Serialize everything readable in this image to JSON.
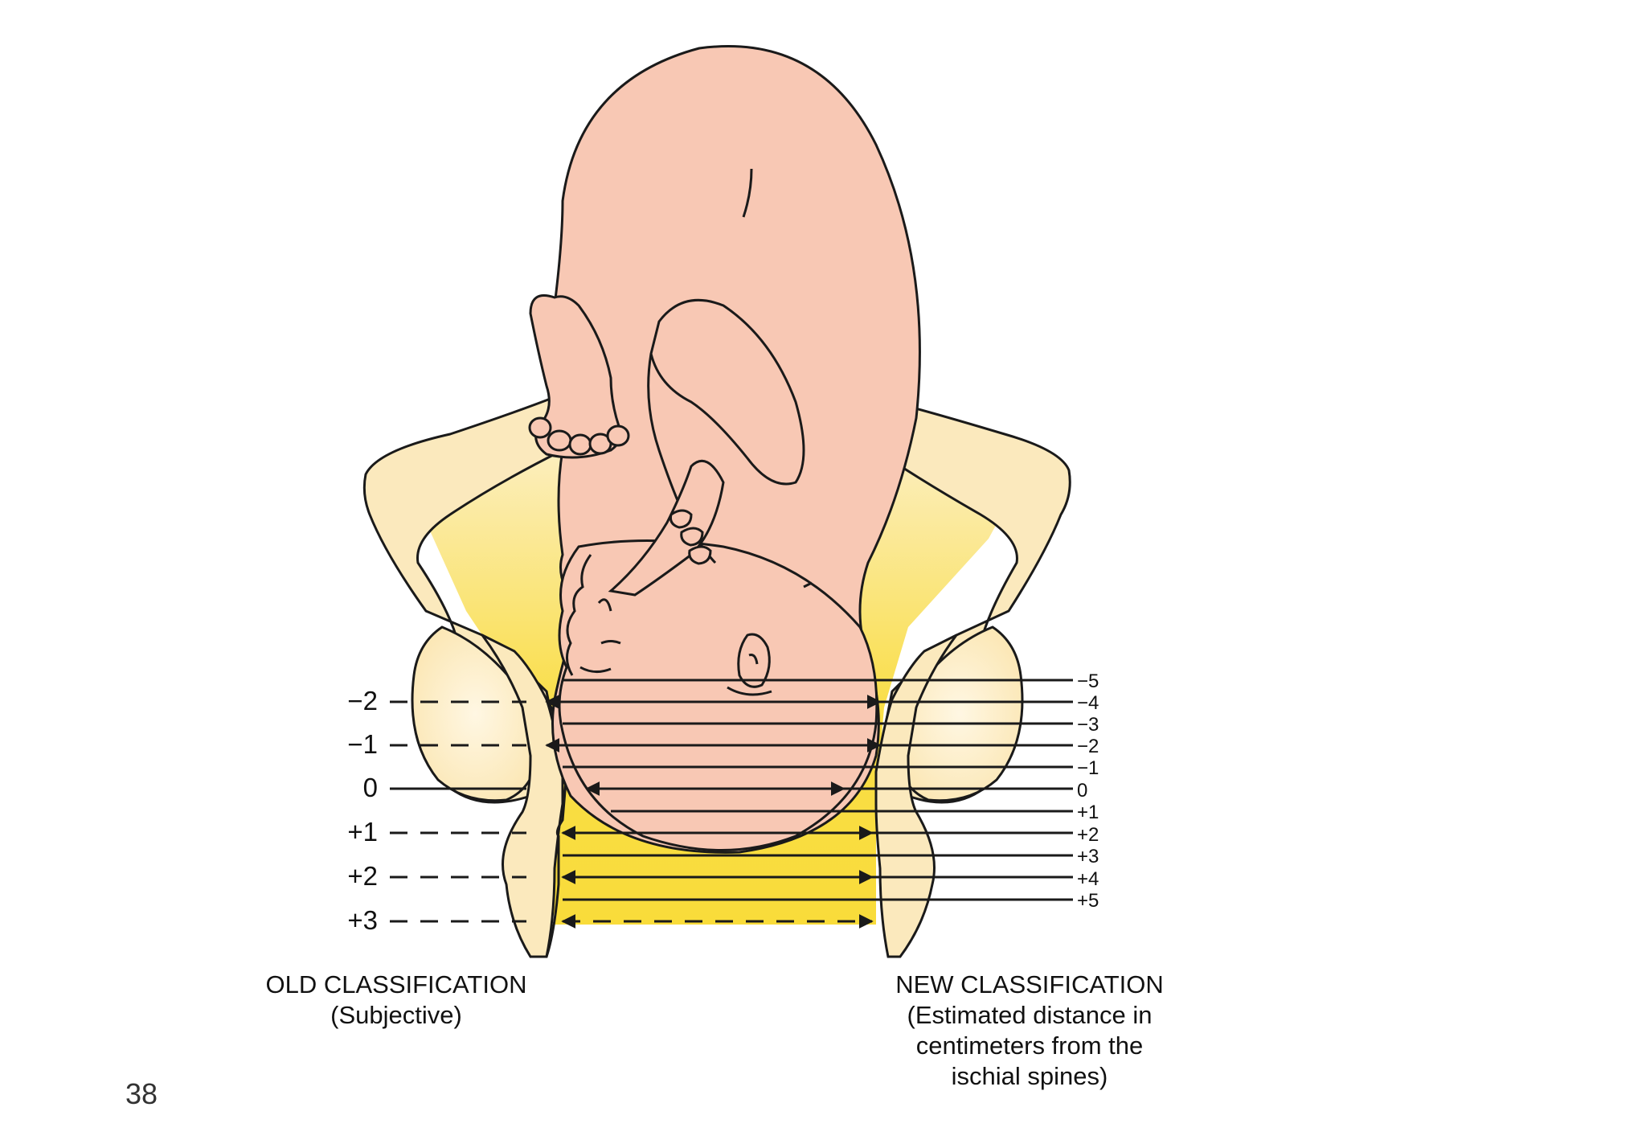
{
  "old_classification": {
    "title": "OLD CLASSIFICATION",
    "subtitle": "(Subjective)",
    "stations": [
      "−2",
      "−1",
      "0",
      "+1",
      "+2",
      "+3"
    ]
  },
  "new_classification": {
    "title": "NEW CLASSIFICATION",
    "description_lines": [
      "(Estimated distance in",
      "centimeters from the",
      "ischial spines)"
    ],
    "stations": [
      "−5",
      "−4",
      "−3",
      "−2",
      "−1",
      "0",
      "+1",
      "+2",
      "+3",
      "+4",
      "+5"
    ]
  },
  "page_number": "38",
  "colors": {
    "fetus_skin": "#f8c8b4",
    "pelvis_bone": "#fbe9bd",
    "pelvic_cavity_yellow": "#f9dc3a",
    "outline": "#1a1a1a"
  }
}
